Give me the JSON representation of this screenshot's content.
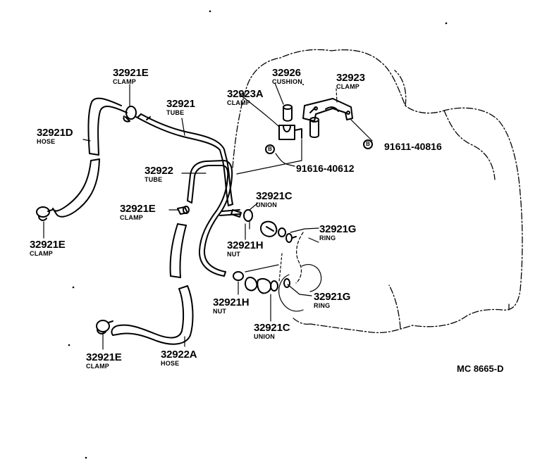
{
  "labels": [
    {
      "id": "clamp-top-left",
      "pn": "32921E",
      "desc": "CLAMP"
    },
    {
      "id": "cushion",
      "pn": "32926",
      "desc": "CUSHION"
    },
    {
      "id": "clamp-32923",
      "pn": "32923",
      "desc": "CLAMP"
    },
    {
      "id": "clamp-32923a",
      "pn": "32923A",
      "desc": "CLAMP"
    },
    {
      "id": "tube-32921",
      "pn": "32921",
      "desc": "TUBE"
    },
    {
      "id": "hose-32921d",
      "pn": "32921D",
      "desc": "HOSE"
    },
    {
      "id": "tube-32922",
      "pn": "32922",
      "desc": "TUBE"
    },
    {
      "id": "clamp-mid",
      "pn": "32921E",
      "desc": "CLAMP"
    },
    {
      "id": "union-upper",
      "pn": "32921C",
      "desc": "UNION"
    },
    {
      "id": "ring-upper",
      "pn": "32921G",
      "desc": "RING"
    },
    {
      "id": "nut-upper",
      "pn": "32921H",
      "desc": "NUT"
    },
    {
      "id": "clamp-left",
      "pn": "32921E",
      "desc": "CLAMP"
    },
    {
      "id": "nut-lower",
      "pn": "32921H",
      "desc": "NUT"
    },
    {
      "id": "ring-lower",
      "pn": "32921G",
      "desc": "RING"
    },
    {
      "id": "union-lower",
      "pn": "32921C",
      "desc": "UNION"
    },
    {
      "id": "clamp-bottom",
      "pn": "32921E",
      "desc": "CLAMP"
    },
    {
      "id": "hose-32922a",
      "pn": "32922A",
      "desc": "HOSE"
    }
  ],
  "bolts": [
    {
      "id": "bolt-91611",
      "code": "91611-40816",
      "symbol": "B"
    },
    {
      "id": "bolt-91616",
      "code": "91616-40612",
      "symbol": "B"
    }
  ],
  "diagram_code": "MC 8665-D"
}
